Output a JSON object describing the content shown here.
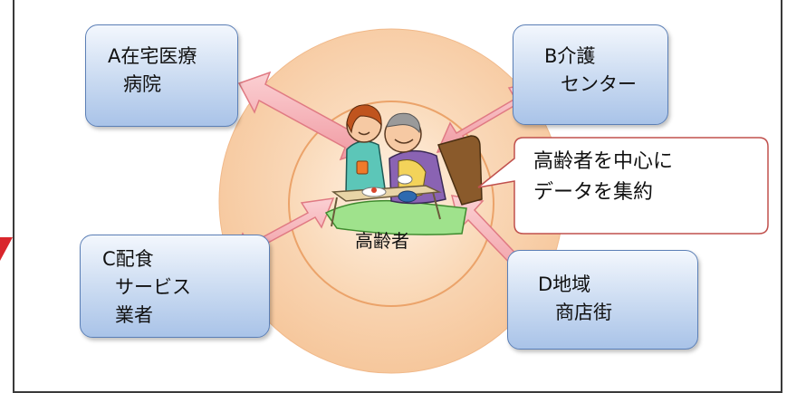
{
  "nodes": {
    "a": {
      "line1": "A在宅医療",
      "line2": "病院"
    },
    "b": {
      "line1": "B介護",
      "line2": "センター"
    },
    "c": {
      "line1": "C配食",
      "line2": "サービス",
      "line3": "業者"
    },
    "d": {
      "line1": "D地域",
      "line2": "商店街"
    }
  },
  "center": {
    "label": "高齢者",
    "illustration": "caregiver-with-elderly-person-in-bed"
  },
  "callout": {
    "line1": "高齢者を中心に",
    "line2": "データを集約"
  },
  "colors": {
    "box_border": "#5b7fb6",
    "box_fill": "#c9daf1",
    "outer_ring": "#f8cfa6",
    "inner_ring": "#fbe3c9",
    "arrow_fill": "#f7b3b8",
    "arrow_stroke": "#e07a83",
    "callout_border": "#c0504d"
  }
}
